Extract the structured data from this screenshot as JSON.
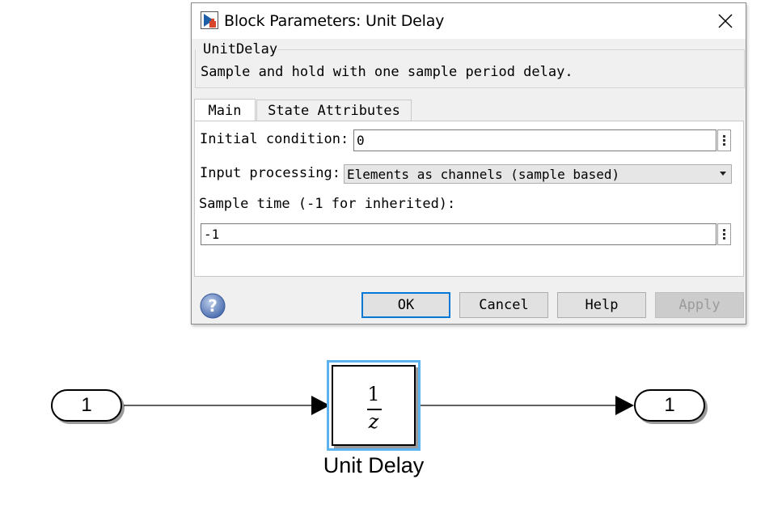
{
  "dialog": {
    "title": "Block Parameters: Unit Delay",
    "block_type": "UnitDelay",
    "description": "Sample and hold with one sample period delay.",
    "tabs": [
      {
        "label": "Main",
        "active": true
      },
      {
        "label": "State Attributes",
        "active": false
      }
    ],
    "fields": {
      "initial_condition": {
        "label": "Initial condition:",
        "value": "0"
      },
      "input_processing": {
        "label": "Input processing:",
        "value": "Elements as channels (sample based)"
      },
      "sample_time": {
        "label": "Sample time (-1 for inherited):",
        "value": "-1"
      }
    },
    "buttons": {
      "ok": "OK",
      "cancel": "Cancel",
      "help": "Help",
      "apply": "Apply"
    }
  },
  "diagram": {
    "inport": {
      "label": "1"
    },
    "outport": {
      "label": "1"
    },
    "block": {
      "numerator": "1",
      "denominator": "z",
      "name": "Unit Delay"
    },
    "colors": {
      "selection": "#5cb3ee",
      "shadow": "#9a9a9a"
    }
  }
}
